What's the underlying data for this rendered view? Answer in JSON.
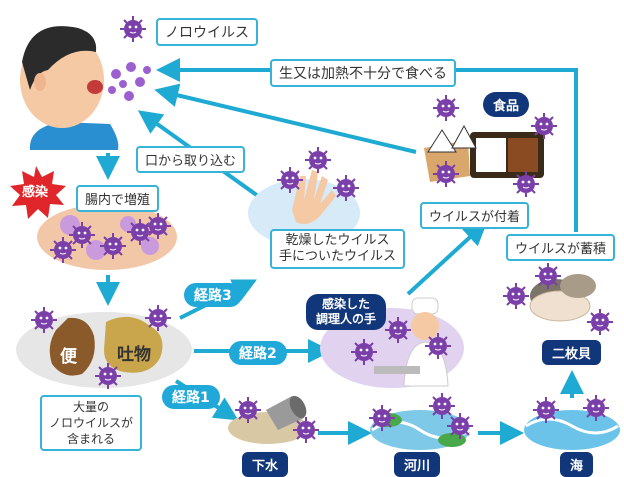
{
  "virus_label": "ノロウイルス",
  "infection_burst": "感染",
  "intestine_label": "腸内で増殖",
  "stool_label": "便",
  "vomit_label": "吐物",
  "large_amount_note": "大量の\nノロウイルスが\n含まれる",
  "route_labels": [
    "経路1",
    "経路2",
    "経路3"
  ],
  "mouth_intake_label": "口から取り込む",
  "raw_food_label": "生又は加熱不十分で食べる",
  "dry_virus_label": "乾燥したウイルス\n手についたウイルス",
  "infected_cook_label": "感染した\n調理人の手",
  "food_label": "食品",
  "virus_attached_label": "ウイルスが付着",
  "virus_accumulated_label": "ウイルスが蓄積",
  "bivalve_label": "二枚貝",
  "sewage_label": "下水",
  "river_label": "河川",
  "sea_label": "海",
  "colors": {
    "arrow": "#1eaad2",
    "virus": "#7a3fa8",
    "navy_label": "#12367a",
    "burst": "#e0262a"
  },
  "icons": [
    "virus-icon",
    "person-face-icon",
    "hand-icon",
    "chef-icon",
    "bento-icon",
    "clam-icon",
    "sewer-pipe-icon",
    "river-icon",
    "sea-wave-icon"
  ]
}
